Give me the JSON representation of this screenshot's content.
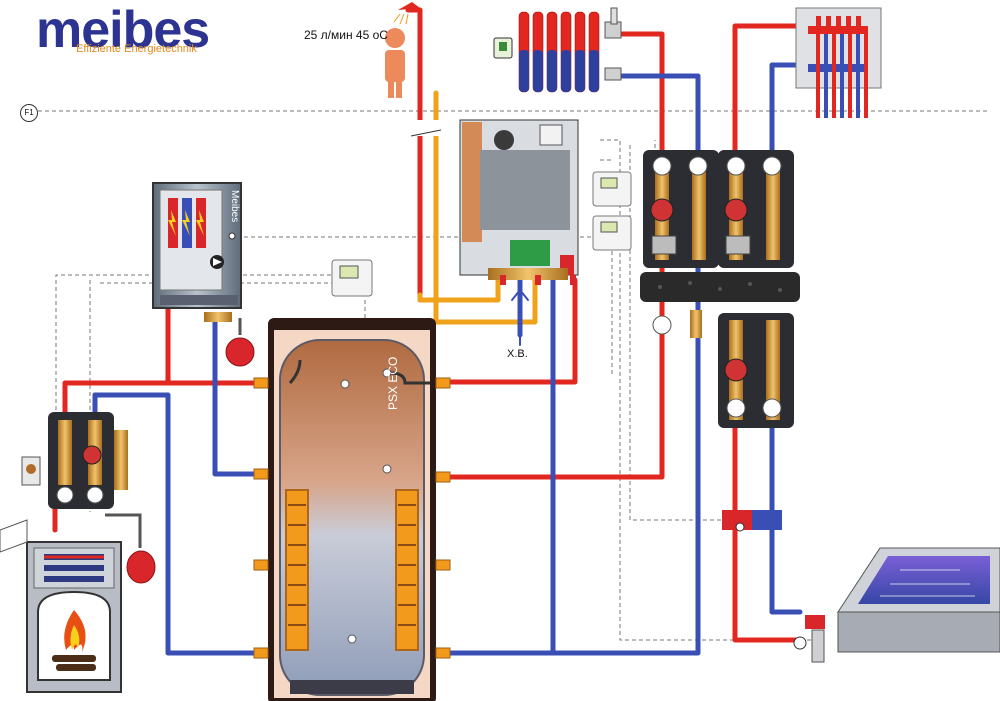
{
  "brand": {
    "name": "meibes",
    "tagline": "Effiziente Energietechnik"
  },
  "labels": {
    "shower_flow": "25 л/мин 45 оС",
    "cold_water": "Х.В.",
    "tank_model": "PSX ECO",
    "boiler_brand": "Meibes",
    "line_f1": "F1"
  },
  "colors": {
    "hot_pipe": "#e1271f",
    "cold_pipe": "#3a4fb5",
    "dhw_pipe": "#f1a21b",
    "brand_blue": "#2c3390",
    "brand_orange": "#e08a1e"
  }
}
